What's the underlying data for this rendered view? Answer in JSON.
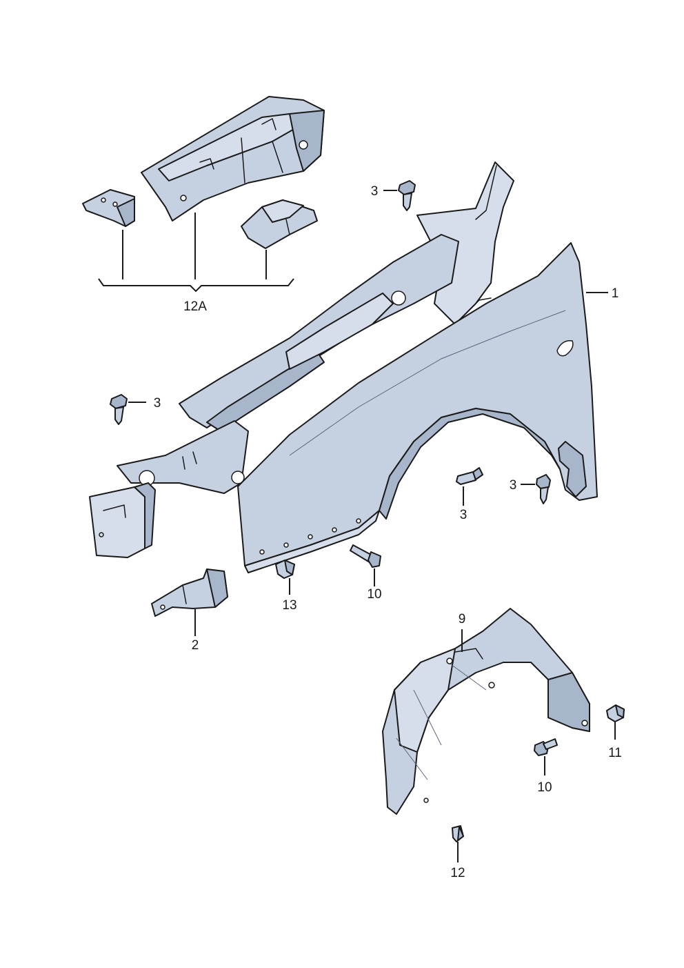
{
  "callouts": {
    "c1": "1",
    "c2": "2",
    "c3a": "3",
    "c3b": "3",
    "c3c": "3",
    "c3d": "3",
    "c9": "9",
    "c10a": "10",
    "c10b": "10",
    "c11": "11",
    "c12": "12",
    "c12a": "12A",
    "c13": "13"
  },
  "colors": {
    "part_fill": "#c5d0e1",
    "outline": "#1a1a1a",
    "background": "#ffffff"
  }
}
